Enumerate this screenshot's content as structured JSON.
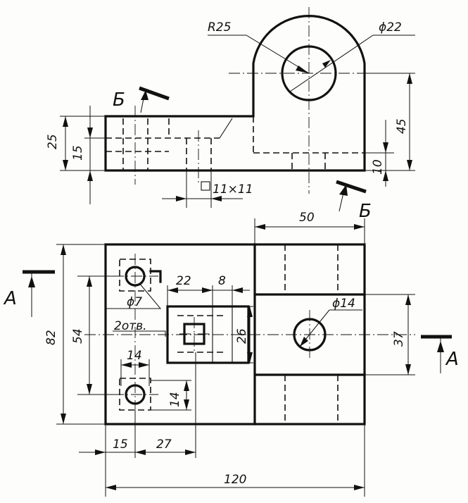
{
  "front_view": {
    "dims": {
      "r25": "R25",
      "d22": "ϕ22",
      "h25": "25",
      "h15": "15",
      "h45": "45",
      "h10": "10",
      "square": "11×11"
    },
    "section_label": "Б"
  },
  "top_view": {
    "dims": {
      "w50": "50",
      "w22": "22",
      "w8": "8",
      "d7": "ϕ7",
      "holes": "2отв.",
      "d14": "ϕ14",
      "h82": "82",
      "h54": "54",
      "h26": "26",
      "h37": "37",
      "w14a": "14",
      "h14b": "14",
      "w15": "15",
      "w27": "27",
      "w120": "120"
    },
    "section_label": "А"
  }
}
